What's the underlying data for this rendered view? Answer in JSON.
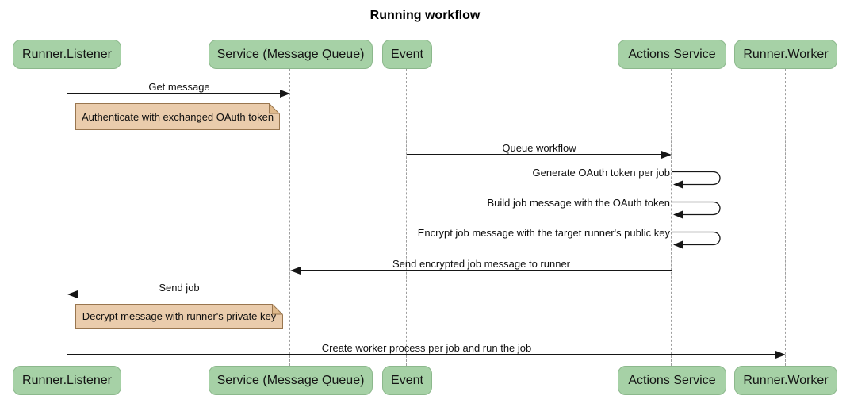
{
  "title": "Running workflow",
  "colors": {
    "background": "#ffffff",
    "actor_fill": "#a6d1a6",
    "actor_border": "#8cb88c",
    "note_fill": "#eaccac",
    "note_border": "#99764f",
    "arrow": "#161616",
    "lifeline": "#9e9e9e"
  },
  "participants": [
    {
      "id": "runner-listener",
      "label": "Runner.Listener"
    },
    {
      "id": "service-message-queue",
      "label": "Service (Message Queue)"
    },
    {
      "id": "event",
      "label": "Event"
    },
    {
      "id": "actions-service",
      "label": "Actions Service"
    },
    {
      "id": "runner-worker",
      "label": "Runner.Worker"
    }
  ],
  "messages": [
    {
      "label": "Get message",
      "from": "Runner.Listener",
      "to": "Service (Message Queue)",
      "type": "arrow"
    },
    {
      "label": "Queue workflow",
      "from": "Event",
      "to": "Actions Service",
      "type": "arrow"
    },
    {
      "label": "Generate OAuth token per job",
      "from": "Actions Service",
      "to": "Actions Service",
      "type": "self"
    },
    {
      "label": "Build job message with the OAuth token",
      "from": "Actions Service",
      "to": "Actions Service",
      "type": "self"
    },
    {
      "label": "Encrypt job message with the target runner's public key",
      "from": "Actions Service",
      "to": "Actions Service",
      "type": "self"
    },
    {
      "label": "Send encrypted job message to runner",
      "from": "Actions Service",
      "to": "Service (Message Queue)",
      "type": "arrow"
    },
    {
      "label": "Send job",
      "from": "Service (Message Queue)",
      "to": "Runner.Listener",
      "type": "arrow"
    },
    {
      "label": "Create worker process per job and run the job",
      "from": "Runner.Listener",
      "to": "Runner.Worker",
      "type": "arrow"
    }
  ],
  "notes": [
    {
      "text": "Authenticate with exchanged OAuth token",
      "near": "Runner.Listener"
    },
    {
      "text": "Decrypt message with runner's private key",
      "near": "Runner.Listener"
    }
  ]
}
